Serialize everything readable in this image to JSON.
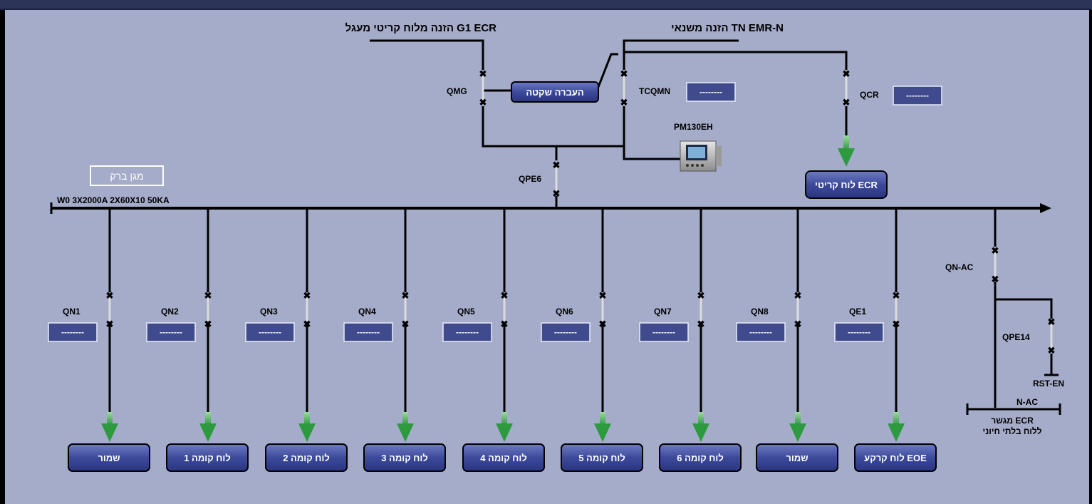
{
  "feeds": {
    "g1_label": "הזנה מלוח קריטי מעגל G1 ECR",
    "tn_label": "הזנה משנאי TN EMR-N"
  },
  "top": {
    "transfer_button": "העברה שקטה",
    "qmg": "QMG",
    "tcqmn": "TCQMN",
    "tcqmn_meter": "--------",
    "qcr": "QCR",
    "qcr_meter": "--------",
    "pm_label": "PM130EH",
    "qpe6": "QPE6",
    "ecr_button": "לוח קריטי ECR"
  },
  "bus": {
    "label": "W0 3X2000A 2X60X10 50KA",
    "surge_label": "מגן ברק"
  },
  "branches": [
    {
      "breaker": "QN1",
      "meter": "--------",
      "panel": "שמור"
    },
    {
      "breaker": "QN2",
      "meter": "--------",
      "panel": "לוח קומה 1"
    },
    {
      "breaker": "QN3",
      "meter": "--------",
      "panel": "לוח קומה 2"
    },
    {
      "breaker": "QN4",
      "meter": "--------",
      "panel": "לוח קומה 3"
    },
    {
      "breaker": "QN5",
      "meter": "--------",
      "panel": "לוח קומה 4"
    },
    {
      "breaker": "QN6",
      "meter": "--------",
      "panel": "לוח קומה 5"
    },
    {
      "breaker": "QN7",
      "meter": "--------",
      "panel": "לוח קומה 6"
    },
    {
      "breaker": "QN8",
      "meter": "--------",
      "panel": "שמור"
    },
    {
      "breaker": "QE1",
      "meter": "--------",
      "panel": "לוח קרקע EOE"
    }
  ],
  "right": {
    "qnac": "QN-AC",
    "qpe14": "QPE14",
    "rsten": "RST-EN",
    "nac": "N-AC",
    "bridge_line1": "מגשר ECR",
    "bridge_line2": "ללוח בלתי חיוני"
  },
  "colors": {
    "panel_bg": "#a5acc9",
    "arrow_green": "#3aa04a",
    "button_blue": "#3c4a9a"
  }
}
